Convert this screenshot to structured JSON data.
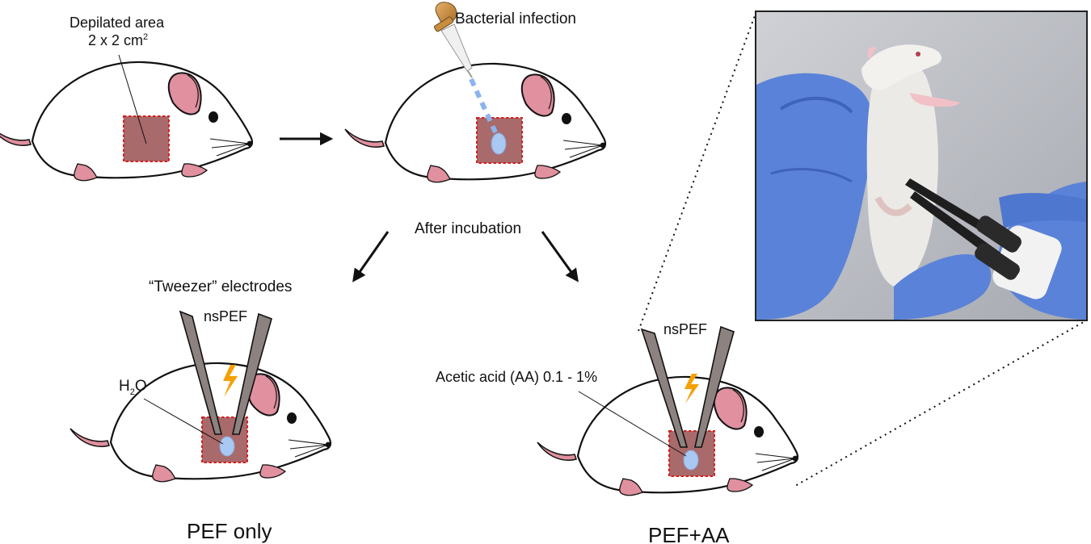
{
  "labels": {
    "depilated_area": "Depilated area",
    "area_size": "2 x 2 cm",
    "area_exponent": "2",
    "bacterial_infection": "Bacterial infection",
    "after_incubation": "After incubation",
    "tweezer_electrodes": "“Tweezer” electrodes",
    "nspef_left": "nsPEF",
    "nspef_right": "nsPEF",
    "water_h": "H",
    "water_sub": "2",
    "water_o": "O",
    "acetic_acid": "Acetic acid (AA) 0.1 - 1%",
    "group_pef_only": "PEF only",
    "group_pef_aa": "PEF+AA"
  },
  "colors": {
    "mouse_fill": "#ffffff",
    "mouse_outline": "#111111",
    "pink": "#e0909e",
    "patch_fill": "#a96a6b",
    "patch_border": "#d42020",
    "drop": "#a9c8f2",
    "electrode": "#8c8280",
    "bolt": "#f5a000",
    "glove": "#5a82d8"
  },
  "icons": [
    "dropper-icon",
    "lightning-bolt-icon",
    "arrow-icon"
  ]
}
